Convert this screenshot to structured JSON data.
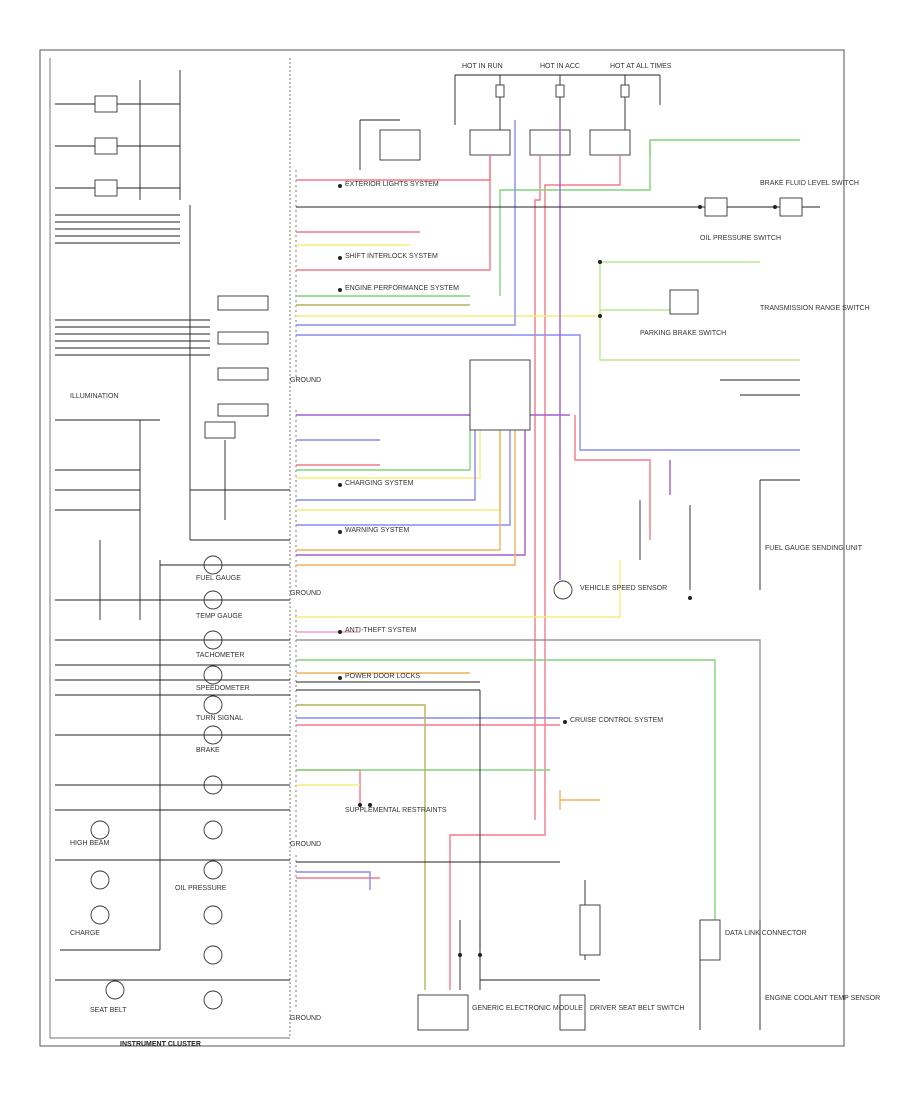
{
  "diagram": {
    "title": "",
    "cluster_label": "INSTRUMENT CLUSTER",
    "connector_labels": {
      "c1": "GROUND",
      "c2": "GROUND",
      "c3": "GROUND",
      "c4": "GROUND"
    },
    "fuses": {
      "f1": "HOT IN RUN",
      "f2": "HOT IN ACC",
      "f3": "HOT AT ALL TIMES"
    },
    "left_labels": {
      "l1": "ILLUMINATION",
      "l2": "FUEL GAUGE",
      "l3": "TEMP GAUGE",
      "l4": "TACHOMETER",
      "l5": "SPEEDOMETER",
      "l6": "TURN SIGNAL",
      "l7": "HIGH BEAM",
      "l8": "OIL PRESSURE",
      "l9": "BRAKE",
      "l10": "CHARGE",
      "l11": "SEAT BELT"
    },
    "right_labels": {
      "r1": "OIL PRESSURE SWITCH",
      "r2": "BRAKE FLUID LEVEL SWITCH",
      "r3": "PARKING BRAKE SWITCH",
      "r4": "TRANSMISSION RANGE SWITCH",
      "r5": "VEHICLE SPEED SENSOR",
      "r6": "FUEL GAUGE SENDING UNIT",
      "r7": "ENGINE COOLANT TEMP SENSOR",
      "r8": "DATA LINK CONNECTOR",
      "r9": "GENERIC ELECTRONIC MODULE",
      "r10": "DRIVER SEAT BELT SWITCH"
    },
    "system_labels": {
      "s1": "EXTERIOR LIGHTS SYSTEM",
      "s2": "SHIFT INTERLOCK SYSTEM",
      "s3": "ENGINE PERFORMANCE SYSTEM",
      "s4": "CHARGING SYSTEM",
      "s5": "WARNING SYSTEM",
      "s6": "ANTI-THEFT SYSTEM",
      "s7": "CRUISE CONTROL SYSTEM",
      "s8": "POWER DOOR LOCKS",
      "s9": "SUPPLEMENTAL RESTRAINTS"
    },
    "colors": {
      "red": "#f27a8a",
      "pink": "#f4a0c8",
      "green": "#7fd67a",
      "lightgreen": "#b9e98a",
      "yellow": "#f5ef7a",
      "blue": "#8a8af0",
      "purple": "#a25ed0",
      "orange": "#f2b25a",
      "olive": "#b3b35a",
      "black": "#222222",
      "gray": "#999999"
    }
  }
}
